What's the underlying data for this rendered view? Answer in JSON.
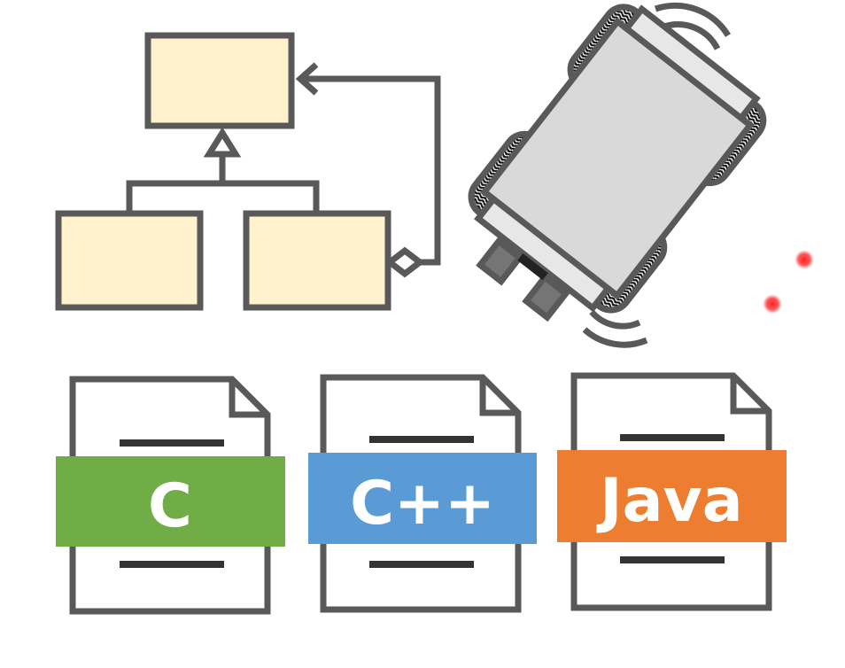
{
  "colors": {
    "outline": "#595959",
    "class_box_fill": "#fff2cc",
    "robot_body": "#d9d9d9",
    "robot_bumper": "#e7e7e7",
    "robot_dark": "#757575",
    "led": "#ff2020",
    "doc_fill": "#ffffff",
    "doc_lines": "#333333"
  },
  "icons": {
    "uml": "uml-class-diagram-icon",
    "robot": "mobile-robot-icon",
    "files": "source-file-icon"
  },
  "languages": [
    {
      "label": "C",
      "color": "#70ad47"
    },
    {
      "label": "C++",
      "color": "#5b9bd5"
    },
    {
      "label": "Java",
      "color": "#ed7d31"
    }
  ]
}
